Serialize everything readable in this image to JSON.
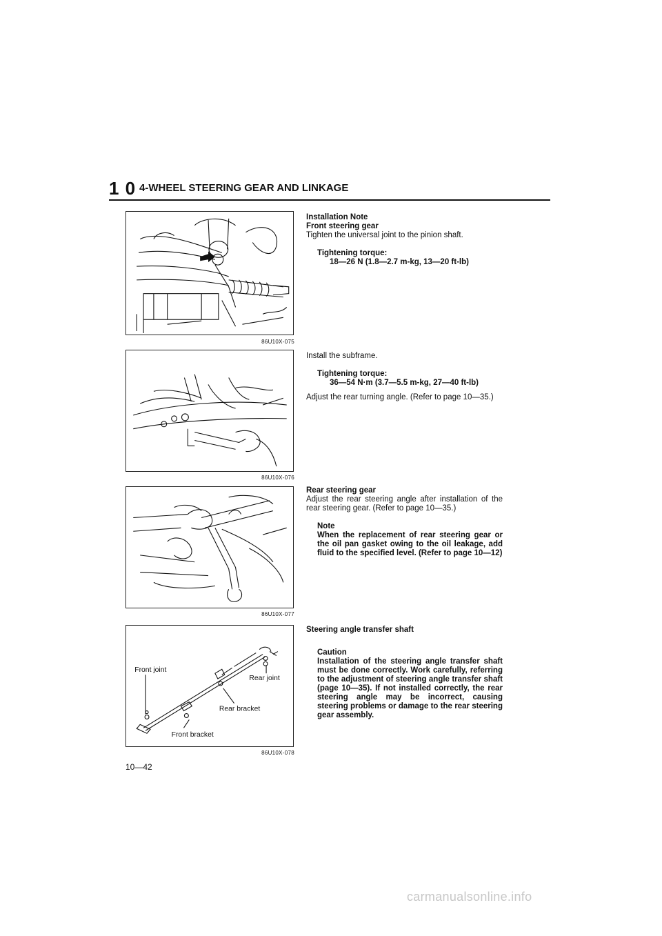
{
  "header": {
    "chapter_number": "1 0",
    "title": "4-WHEEL STEERING GEAR AND LINKAGE"
  },
  "figures": [
    {
      "code": "86U10X-075"
    },
    {
      "code": "86U10X-076"
    },
    {
      "code": "86U10X-077"
    },
    {
      "code": "86U10X-078",
      "labels": {
        "front_joint": "Front joint",
        "rear_joint": "Rear joint",
        "rear_bracket": "Rear bracket",
        "front_bracket": "Front bracket"
      }
    }
  ],
  "section1": {
    "heading1": "Installation Note",
    "heading2": "Front steering gear",
    "body": "Tighten the universal joint to the pinion shaft.",
    "torque_label": "Tightening torque:",
    "torque_value": "18—26 N (1.8—2.7 m-kg, 13—20 ft-lb)"
  },
  "section2": {
    "body": "Install the subframe.",
    "torque_label": "Tightening torque:",
    "torque_value": "36—54 N·m (3.7—5.5 m-kg, 27—40 ft-lb)",
    "body2": "Adjust the rear turning angle. (Refer to page 10—35.)"
  },
  "section3": {
    "heading": "Rear steering gear",
    "body": "Adjust the rear steering angle after installation of the rear steering gear. (Refer to page 10—35.)",
    "note_label": "Note",
    "note_text": "When the replacement of rear steering gear or the oil pan gasket owing to the oil leakage, add fluid to the specified level. (Refer to page 10—12)"
  },
  "section4": {
    "heading": "Steering angle transfer shaft",
    "caution_label": "Caution",
    "caution_text": "Installation of the steering angle transfer shaft must be done correctly. Work carefully, referring to the adjustment of steering angle transfer shaft (page 10—35). If not installed correctly, the rear steering angle may be incorrect, causing steering problems or damage to the rear steering gear assembly."
  },
  "page_number": "10—42",
  "watermark": "carmanualsonline.info"
}
